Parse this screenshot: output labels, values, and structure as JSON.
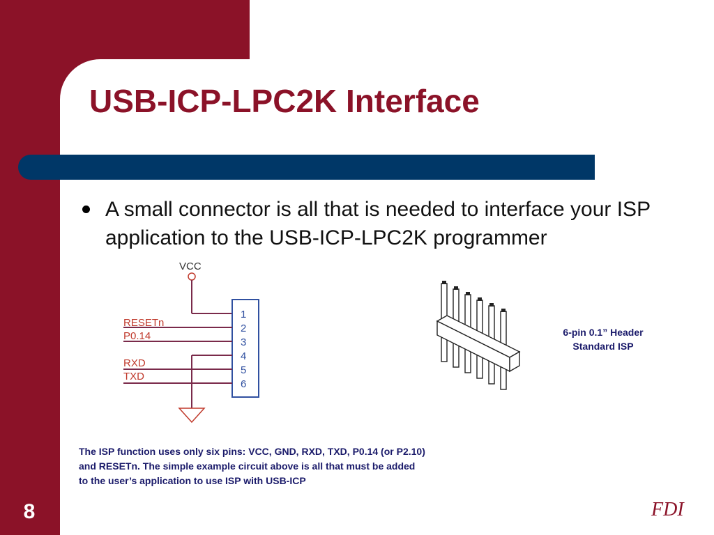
{
  "slide": {
    "title": "USB-ICP-LPC2K Interface",
    "bullet": "A small connector is all that is needed to interface your ISP application to the USB-ICP-LPC2K programmer",
    "page_number": "8",
    "logo_text": "FDI",
    "colors": {
      "maroon": "#8B1228",
      "navy": "#003767",
      "text_dark": "#1a1a6a"
    }
  },
  "schematic": {
    "supply_label": "VCC",
    "signals": [
      "RESETn",
      "P0.14",
      "RXD",
      "TXD"
    ],
    "pin_numbers": [
      "1",
      "2",
      "3",
      "4",
      "5",
      "6"
    ]
  },
  "header_caption": {
    "line1": "6-pin 0.1” Header",
    "line2": "Standard ISP"
  },
  "footnote": {
    "line1": "The ISP function uses only six pins: VCC, GND, RXD, TXD, P0.14 (or P2.10)",
    "line2": "and RESETn.  The simple example circuit above is all that must be added",
    "line3": "to the user’s application to use ISP with USB-ICP"
  }
}
